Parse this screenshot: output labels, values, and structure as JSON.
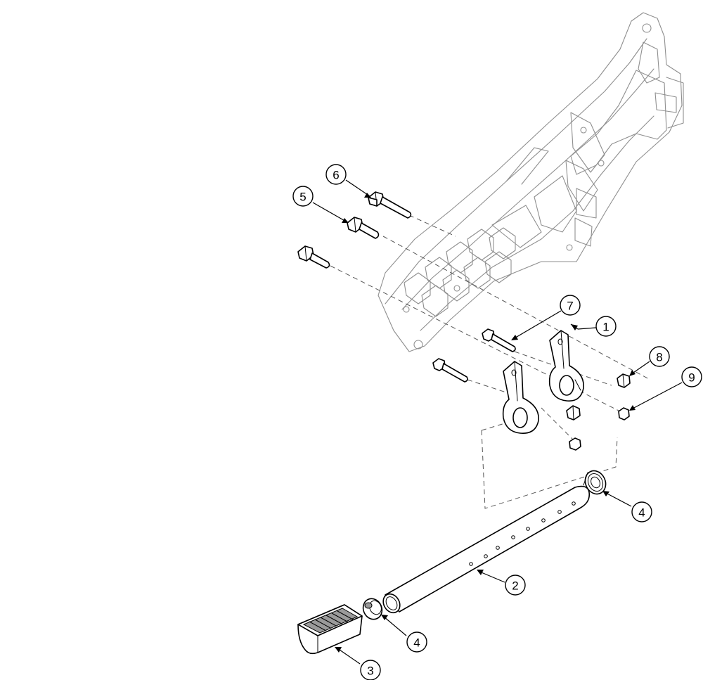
{
  "callouts": [
    {
      "number": "1"
    },
    {
      "number": "2"
    },
    {
      "number": "3"
    },
    {
      "number": "4"
    },
    {
      "number": "4"
    },
    {
      "number": "5"
    },
    {
      "number": "6"
    },
    {
      "number": "7"
    },
    {
      "number": "8"
    },
    {
      "number": "9"
    }
  ]
}
